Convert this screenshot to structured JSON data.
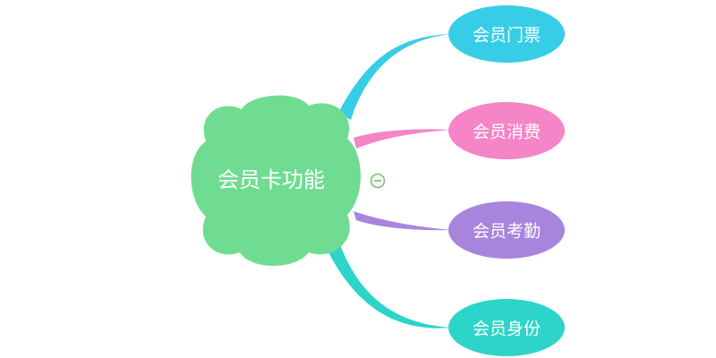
{
  "center": {
    "label": "会员卡功能",
    "color": "#70DC92"
  },
  "branches": [
    {
      "label": "会员门票",
      "color": "#38CDE6"
    },
    {
      "label": "会员消费",
      "color": "#F585C7"
    },
    {
      "label": "会员考勤",
      "color": "#A885DD"
    },
    {
      "label": "会员身份",
      "color": "#2CD4CA"
    }
  ],
  "collapse_toggle": {
    "icon": "minus-circle-icon",
    "color": "#7BBE6E"
  }
}
